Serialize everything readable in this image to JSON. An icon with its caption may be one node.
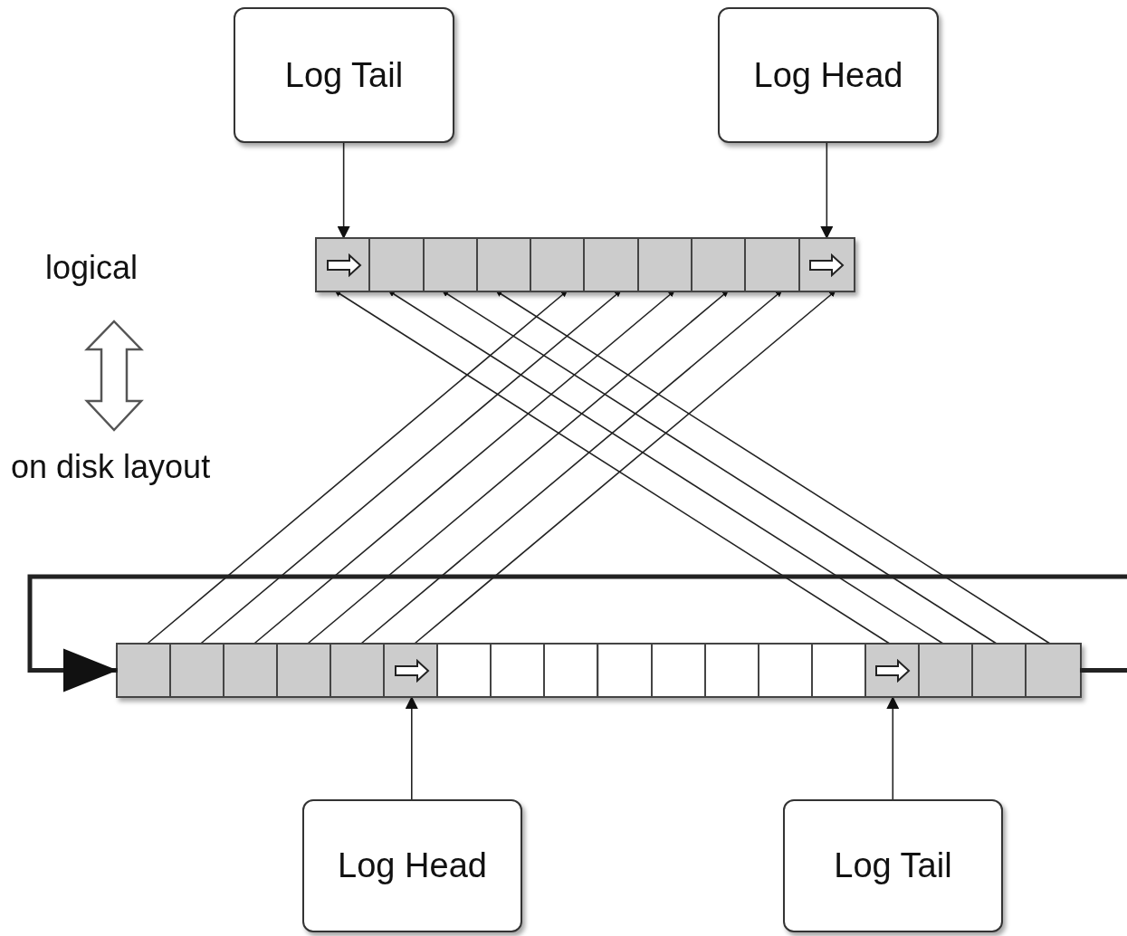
{
  "diagram": {
    "nodes": [
      {
        "text": [
          "Log Tail"
        ]
      },
      {
        "text": [
          "Log Head"
        ]
      },
      {
        "text": [],
        "shape": "bar"
      },
      {
        "text": [],
        "shape": "box",
        "in": 2
      },
      {
        "text": [],
        "shape": "box",
        "in": 2
      },
      {
        "text": [],
        "shape": "box",
        "in": 2
      },
      {
        "text": [],
        "shape": "box",
        "in": 2
      },
      {
        "text": [],
        "shape": "box",
        "in": 2
      },
      {
        "text": [],
        "shape": "box",
        "in": 2
      },
      {
        "text": [],
        "shape": "box",
        "in": 2
      },
      {
        "text": [],
        "shape": "box",
        "in": 2
      },
      {
        "text": [],
        "shape": "box",
        "in": 2
      },
      {
        "text": [],
        "shape": "box",
        "in": 2
      },
      {
        "text": [],
        "shape": "bar"
      },
      {
        "text": [],
        "shape": "box",
        "in": 13
      },
      {
        "text": [],
        "shape": "box",
        "in": 13
      },
      {
        "text": [],
        "shape": "box",
        "in": 13
      },
      {
        "text": [],
        "shape": "box",
        "in": 13
      },
      {
        "text": [],
        "shape": "box",
        "in": 13
      },
      {
        "text": [],
        "shape": "box",
        "in": 13
      },
      {
        "text": [],
        "shape": "box",
        "in": 13
      },
      {
        "text": [],
        "shape": "box",
        "in": 13
      },
      {
        "text": [],
        "shape": "box",
        "in": 13
      },
      {
        "text": [],
        "shape": "box",
        "in": 13
      },
      {
        "text": [],
        "shape": "box",
        "in": 13
      },
      {
        "text": [],
        "shape": "box",
        "in": 13
      },
      {
        "text": [],
        "shape": "box",
        "in": 13
      },
      {
        "text": [],
        "shape": "box",
        "in": 13
      },
      {
        "text": [],
        "shape": "box",
        "in": 13
      },
      {
        "text": [],
        "shape": "box",
        "in": 13
      },
      {
        "text": [],
        "shape": "box",
        "in": 13
      },
      {
        "text": [],
        "shape": "box",
        "in": 13
      },
      {
        "text": [
          "Log Head"
        ]
      },
      {
        "text": [
          "Log Tail"
        ]
      }
    ],
    "edges": [
      {
        "from": 0,
        "to": 3,
        "arrow": "to"
      },
      {
        "from": 1,
        "to": 12,
        "arrow": "to"
      },
      {
        "from": 32,
        "to": 19,
        "arrow": "to"
      },
      {
        "from": 33,
        "to": 28,
        "arrow": "to"
      },
      {
        "from": 28,
        "to": 3,
        "arrow": "to"
      },
      {
        "from": 29,
        "to": 4,
        "arrow": "to"
      },
      {
        "from": 30,
        "to": 5,
        "arrow": "to"
      },
      {
        "from": 31,
        "to": 6,
        "arrow": "to"
      },
      {
        "from": 14,
        "to": 7,
        "arrow": "to"
      },
      {
        "from": 15,
        "to": 8,
        "arrow": "to"
      },
      {
        "from": 16,
        "to": 9,
        "arrow": "to"
      },
      {
        "from": 17,
        "to": 10,
        "arrow": "to"
      },
      {
        "from": 18,
        "to": 11,
        "arrow": "to"
      },
      {
        "from": 19,
        "to": 12,
        "arrow": "to"
      },
      {
        "from": 31,
        "to": 14,
        "arrow": "to",
        "style": "thick"
      }
    ],
    "labels": [
      "logical",
      "on disk layout"
    ]
  }
}
